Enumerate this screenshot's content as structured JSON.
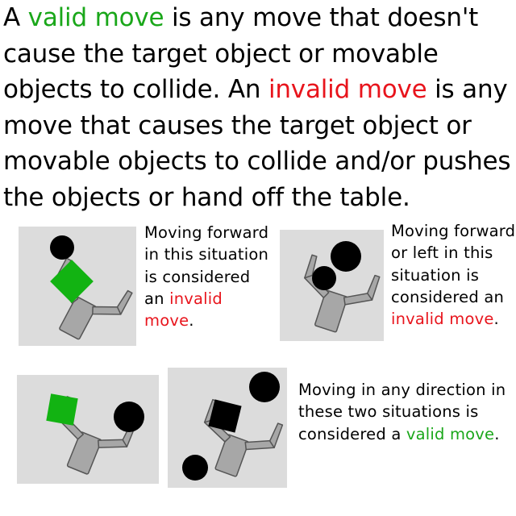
{
  "intro": {
    "p1": "A ",
    "valid_term": "valid move",
    "p2": " is any move that doesn't cause the target object or movable objects to collide. An ",
    "invalid_term": "invalid move",
    "p3": " is any move that causes the target object or movable objects to collide and/or pushes the objects or hand off the table."
  },
  "captions": {
    "scene1": {
      "before": "Moving forward in this situation is considered an ",
      "highlight": "invalid move",
      "after": "."
    },
    "scene2": {
      "before": "Moving forward or left in this situation is considered an ",
      "highlight": "invalid move",
      "after": "."
    },
    "scene34": {
      "before": "Moving in any direction in these two  situations is considered a ",
      "highlight": "valid move",
      "after": "."
    }
  },
  "colors": {
    "valid": "#1aa71a",
    "invalid": "#e8141c",
    "panel_bg": "#dcdcdc",
    "robot_fill": "#a7a7a7",
    "target_green": "#12b312",
    "target_black": "#000000"
  },
  "scenes": [
    {
      "name": "scene-1",
      "objects": [
        "black-ball",
        "green-square-target"
      ]
    },
    {
      "name": "scene-2",
      "objects": [
        "black-ball",
        "black-ball"
      ]
    },
    {
      "name": "scene-3",
      "objects": [
        "green-square-target",
        "black-ball"
      ]
    },
    {
      "name": "scene-4",
      "objects": [
        "black-square-target",
        "black-ball",
        "black-ball"
      ]
    }
  ]
}
